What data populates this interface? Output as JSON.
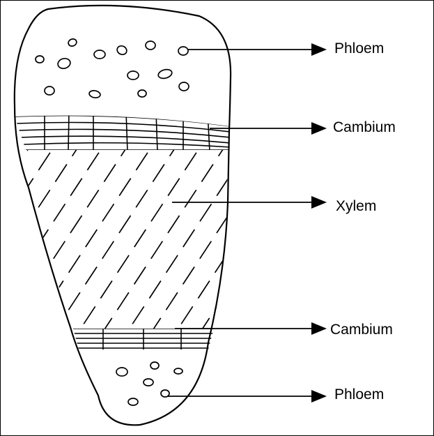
{
  "diagram": {
    "labels": [
      {
        "id": "phloem-top",
        "text": "Phloem"
      },
      {
        "id": "cambium-top",
        "text": "Cambium"
      },
      {
        "id": "xylem",
        "text": "Xylem"
      },
      {
        "id": "cambium-bottom",
        "text": "Cambium"
      },
      {
        "id": "phloem-bottom",
        "text": "Phloem"
      }
    ],
    "colors": {
      "stroke": "#000000",
      "background": "#ffffff"
    }
  }
}
